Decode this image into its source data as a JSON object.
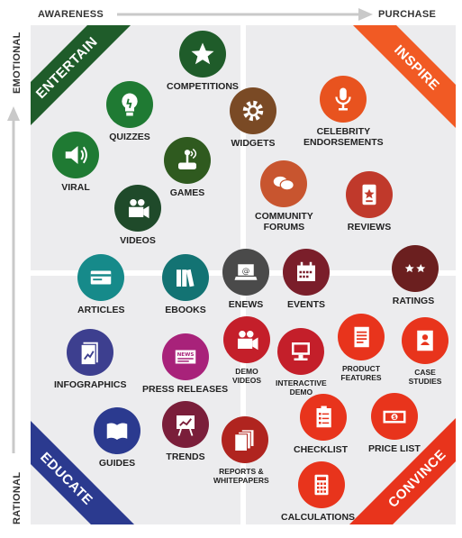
{
  "axes": {
    "awareness": "AWARENESS",
    "purchase": "PURCHASE",
    "emotional": "EMOTIONAL",
    "rational": "RATIONAL"
  },
  "quadrants": {
    "entertain": {
      "label": "ENTERTAIN",
      "color": "#1f5c2a"
    },
    "inspire": {
      "label": "INSPIRE",
      "color": "#f15a24"
    },
    "educate": {
      "label": "EDUCATE",
      "color": "#2b3a8f"
    },
    "convince": {
      "label": "CONVINCE",
      "color": "#e8341c"
    }
  },
  "items": {
    "competitions": {
      "label": "COMPETITIONS",
      "icon": "star-icon",
      "color": "#1f5c2a"
    },
    "quizzes": {
      "label": "QUIZZES",
      "icon": "lightbulb-icon",
      "color": "#1f7a33"
    },
    "widgets": {
      "label": "WIDGETS",
      "icon": "gear-icon",
      "color": "#7a4a25"
    },
    "celebrity": {
      "label1": "CELEBRITY",
      "label2": "ENDORSEMENTS",
      "icon": "microphone-icon",
      "color": "#e8531f"
    },
    "viral": {
      "label": "VIRAL",
      "icon": "megaphone-icon",
      "color": "#1f7a33"
    },
    "games": {
      "label": "GAMES",
      "icon": "joystick-icon",
      "color": "#2f5a1f"
    },
    "videos": {
      "label": "VIDEOS",
      "icon": "video-camera-icon",
      "color": "#1f4a2a"
    },
    "forums": {
      "label1": "COMMUNITY",
      "label2": "FORUMS",
      "icon": "chat-bubbles-icon",
      "color": "#c8552f"
    },
    "reviews": {
      "label": "REVIEWS",
      "icon": "tablet-star-icon",
      "color": "#c0392b"
    },
    "articles": {
      "label": "ARTICLES",
      "icon": "card-icon",
      "color": "#168a8a"
    },
    "ebooks": {
      "label": "EBOOKS",
      "icon": "books-icon",
      "color": "#137373"
    },
    "enews": {
      "label": "ENEWS",
      "icon": "laptop-mail-icon",
      "color": "#4a4a4a"
    },
    "events": {
      "label": "EVENTS",
      "icon": "calendar-icon",
      "color": "#7a1e2a"
    },
    "ratings": {
      "label": "RATINGS",
      "icon": "two-stars-icon",
      "color": "#6b1f1f"
    },
    "infographics": {
      "label": "INFOGRAPHICS",
      "icon": "chart-document-icon",
      "color": "#3d3f8f"
    },
    "press": {
      "label": "PRESS RELEASES",
      "icon": "news-icon",
      "color": "#a8227a",
      "badge": "NEWS"
    },
    "demo_videos": {
      "label1": "DEMO",
      "label2": "VIDEOS",
      "icon": "video-camera-icon",
      "color": "#c41f2a"
    },
    "interactive_demo": {
      "label1": "INTERACTIVE",
      "label2": "DEMO",
      "icon": "monitor-icon",
      "color": "#c41f2a"
    },
    "product_features": {
      "label1": "PRODUCT",
      "label2": "FEATURES",
      "icon": "document-icon",
      "color": "#e8341c"
    },
    "case_studies": {
      "label1": "CASE",
      "label2": "STUDIES",
      "icon": "profile-card-icon",
      "color": "#e8341c"
    },
    "guides": {
      "label": "GUIDES",
      "icon": "open-book-icon",
      "color": "#2b3a8f"
    },
    "trends": {
      "label": "TRENDS",
      "icon": "easel-chart-icon",
      "color": "#7a1e3a"
    },
    "reports": {
      "label1": "REPORTS &",
      "label2": "WHITEPAPERS",
      "icon": "stacked-papers-icon",
      "color": "#b0241f"
    },
    "checklist": {
      "label": "CHECKLIST",
      "icon": "checklist-icon",
      "color": "#e8341c"
    },
    "price_list": {
      "label": "PRICE LIST",
      "icon": "money-icon",
      "color": "#e8341c"
    },
    "calculations": {
      "label": "CALCULATIONS",
      "icon": "calculator-icon",
      "color": "#e8341c"
    }
  }
}
